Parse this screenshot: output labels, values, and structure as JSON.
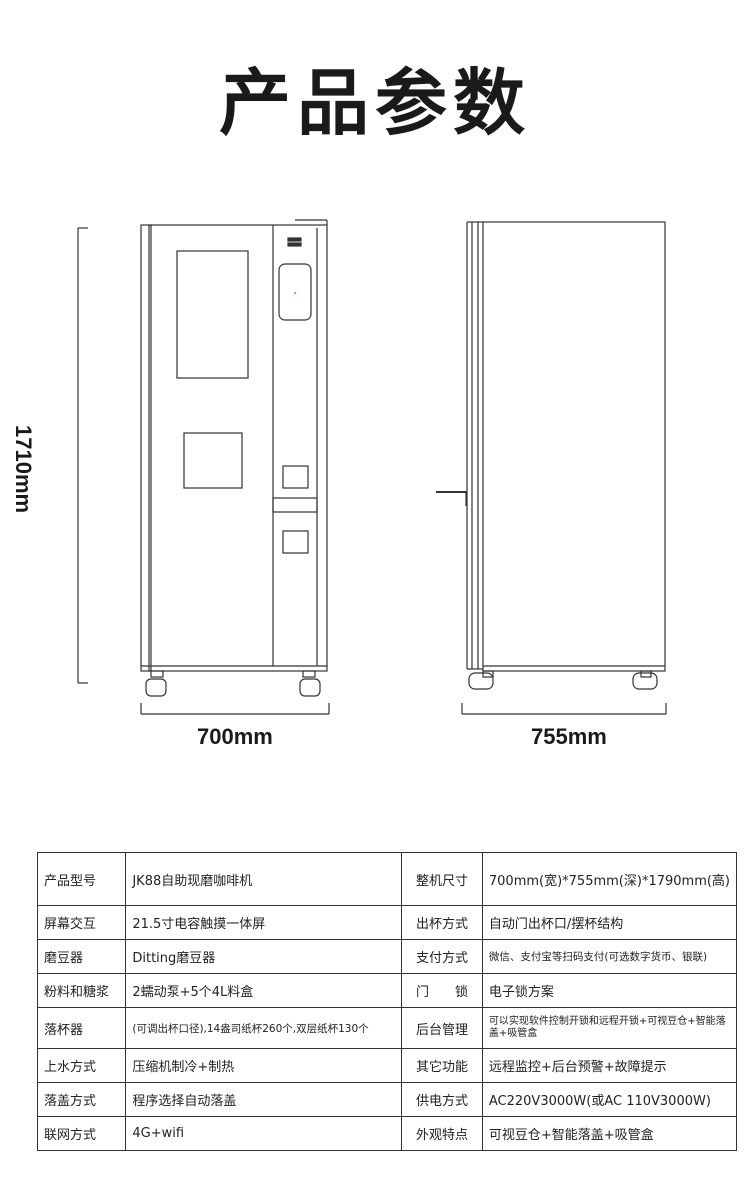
{
  "page": {
    "title": "产品参数"
  },
  "dimensions": {
    "height": "1710mm",
    "front_width": "700mm",
    "side_depth": "755mm"
  },
  "specs": [
    {
      "k1": "产品型号",
      "v1": "JK88自助现磨咖啡机",
      "k2": "整机尺寸",
      "v2": "700mm(宽)*755mm(深)*1790mm(高)"
    },
    {
      "k1": "屏幕交互",
      "v1": "21.5寸电容触摸一体屏",
      "k2": "出杯方式",
      "v2": "自动门出杯口/摆杯结构"
    },
    {
      "k1": "磨豆器",
      "v1": "Ditting磨豆器",
      "k2": "支付方式",
      "v2": "微信、支付宝等扫码支付(可选数字货币、银联)"
    },
    {
      "k1": "粉料和糖浆",
      "v1": "2蠕动泵+5个4L料盒",
      "k2": "门　　锁",
      "v2": "电子锁方案"
    },
    {
      "k1": "落杯器",
      "v1": "(可调出杯口径),14盎司纸杯260个,双层纸杯130个",
      "k2": "后台管理",
      "v2": "可以实现软件控制开锁和远程开锁+可视豆仓+智能落盖+吸管盒"
    },
    {
      "k1": "上水方式",
      "v1": "压缩机制冷+制热",
      "k2": "其它功能",
      "v2": "远程监控+后台预警+故障提示"
    },
    {
      "k1": "落盖方式",
      "v1": "程序选择自动落盖",
      "k2": "供电方式",
      "v2": "AC220V3000W(或AC 110V3000W)"
    },
    {
      "k1": "联网方式",
      "v1": "4G+wifi",
      "k2": "外观特点",
      "v2": "可视豆仓+智能落盖+吸管盒"
    }
  ]
}
